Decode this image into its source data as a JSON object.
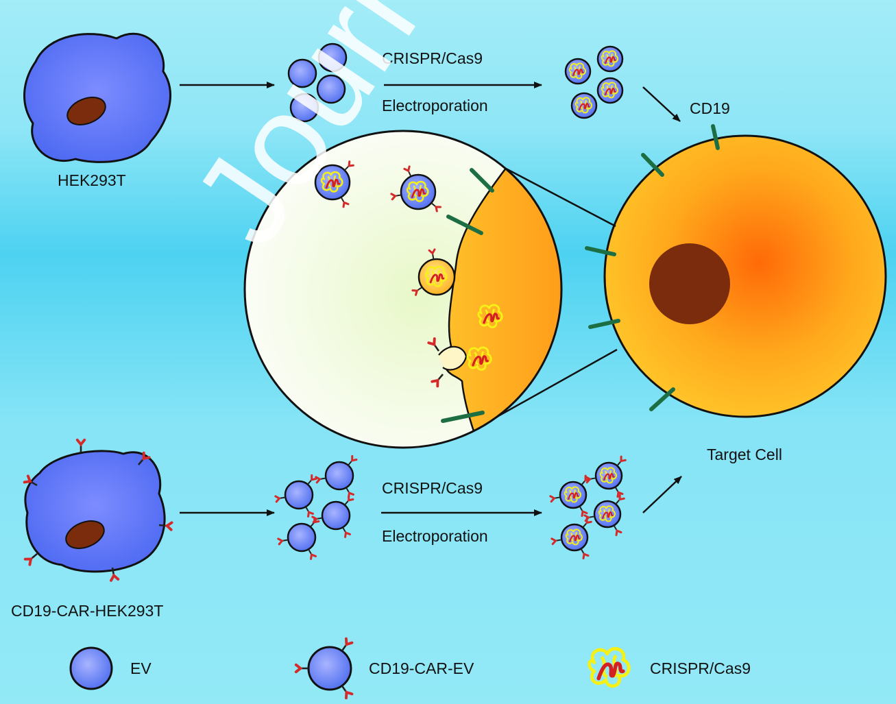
{
  "labels": {
    "hek293t": "HEK293T",
    "car_hek293t": "CD19-CAR-HEK293T",
    "crispr_top": "CRISPR/Cas9",
    "electro_top": "Electroporation",
    "crispr_bottom": "CRISPR/Cas9",
    "electro_bottom": "Electroporation",
    "cd19": "CD19",
    "target_cell": "Target Cell"
  },
  "legend": {
    "ev": "EV",
    "car_ev": "CD19-CAR-EV",
    "crispr": "CRISPR/Cas9"
  },
  "watermark": "Journal Pre-proof",
  "colors": {
    "ev_blue": "#4f73f0",
    "nucleus": "#7a2c0c",
    "target_orange": "#ffb21c",
    "cd19_green": "#1e6e44",
    "car_red": "#d42a2a",
    "cas9_yellow": "#f7f31a"
  }
}
